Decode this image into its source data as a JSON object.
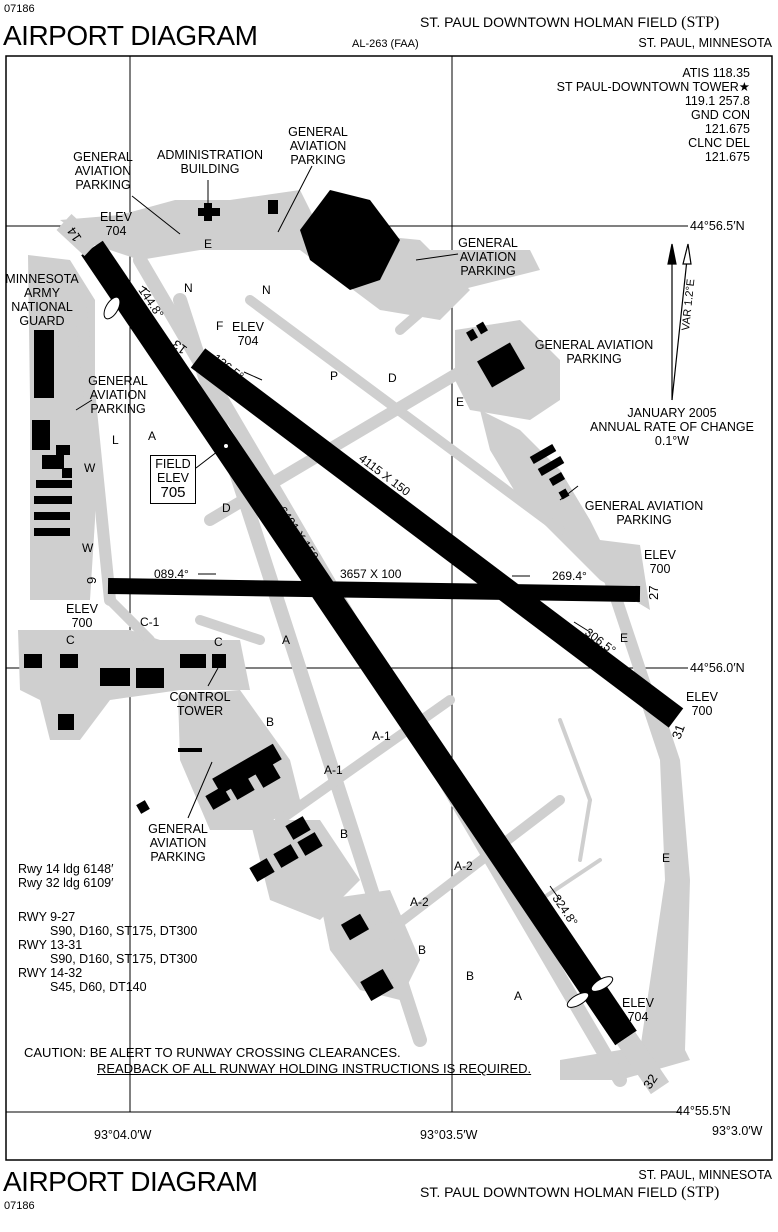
{
  "header": {
    "id_top": "07186",
    "title_top": "AIRPORT DIAGRAM",
    "airport_name_top": "ST. PAUL DOWNTOWN HOLMAN FIELD",
    "airport_code_top": "(STP)",
    "faa_ref": "AL-263 (FAA)",
    "location_top": "ST. PAUL, MINNESOTA"
  },
  "footer": {
    "id_bottom": "07186",
    "title_bottom": "AIRPORT DIAGRAM",
    "airport_name_bottom": "ST. PAUL DOWNTOWN HOLMAN FIELD",
    "airport_code_bottom": "(STP)",
    "location_bottom": "ST. PAUL, MINNESOTA"
  },
  "frequencies": {
    "atis": "ATIS 118.35",
    "tower": "ST PAUL-DOWNTOWN TOWER★",
    "tower_freq": "119.1  257.8",
    "gnd": "GND CON",
    "gnd_freq": "121.675",
    "clnc": "CLNC DEL",
    "clnc_freq": "121.675"
  },
  "variation": {
    "var_label": "VAR 1.2°E",
    "date": "JANUARY 2005",
    "rate_label": "ANNUAL RATE OF CHANGE",
    "rate": "0.1°W"
  },
  "coordinates": {
    "lat_1": "44°56.5′N",
    "lat_2": "44°56.0′N",
    "lat_3": "44°55.5′N",
    "lon_1": "93°04.0′W",
    "lon_2": "93°03.5′W",
    "lon_3": "93°3.0′W"
  },
  "labels": {
    "ga_parking": "GENERAL AVIATION PARKING",
    "admin_building": "ADMINISTRATION BUILDING",
    "mn_guard": "MINNESOTA ARMY NATIONAL GUARD",
    "control_tower": "CONTROL TOWER",
    "field_elev_label": "FIELD ELEV",
    "field_elev_value": "705",
    "elev_704": "ELEV 704",
    "elev_700": "ELEV 700"
  },
  "runways": {
    "rwy_14_32_dims": "6491 X 150",
    "rwy_13_31_dims": "4115 X 150",
    "rwy_9_27_dims": "3657 X 100",
    "hdg_144": "144.8°",
    "hdg_126": "126.5°",
    "hdg_089": "089.4°",
    "hdg_269": "269.4°",
    "hdg_306": "306.5°",
    "hdg_324": "324.8°",
    "num_14": "14",
    "num_13": "13",
    "num_9": "9",
    "num_27": "27",
    "num_31": "31",
    "num_32": "32"
  },
  "taxiways": {
    "E": "E",
    "N": "N",
    "F": "F",
    "P": "P",
    "D": "D",
    "L": "L",
    "A": "A",
    "W": "W",
    "C": "C",
    "C1": "C-1",
    "B": "B",
    "A1": "A-1",
    "A2": "A-2"
  },
  "landing_info": {
    "rwy14_ldg": "Rwy 14 ldg 6148′",
    "rwy32_ldg": "Rwy 32 ldg 6109′",
    "rwy_9_27": "RWY 9-27",
    "rwy_9_27_strength": "S90, D160, ST175, DT300",
    "rwy_13_31": "RWY 13-31",
    "rwy_13_31_strength": "S90, D160, ST175, DT300",
    "rwy_14_32": "RWY 14-32",
    "rwy_14_32_strength": "S45, D60, DT140"
  },
  "caution": {
    "line1": "CAUTION: BE ALERT TO RUNWAY CROSSING CLEARANCES.",
    "line2": "READBACK OF ALL RUNWAY HOLDING INSTRUCTIONS IS REQUIRED."
  }
}
